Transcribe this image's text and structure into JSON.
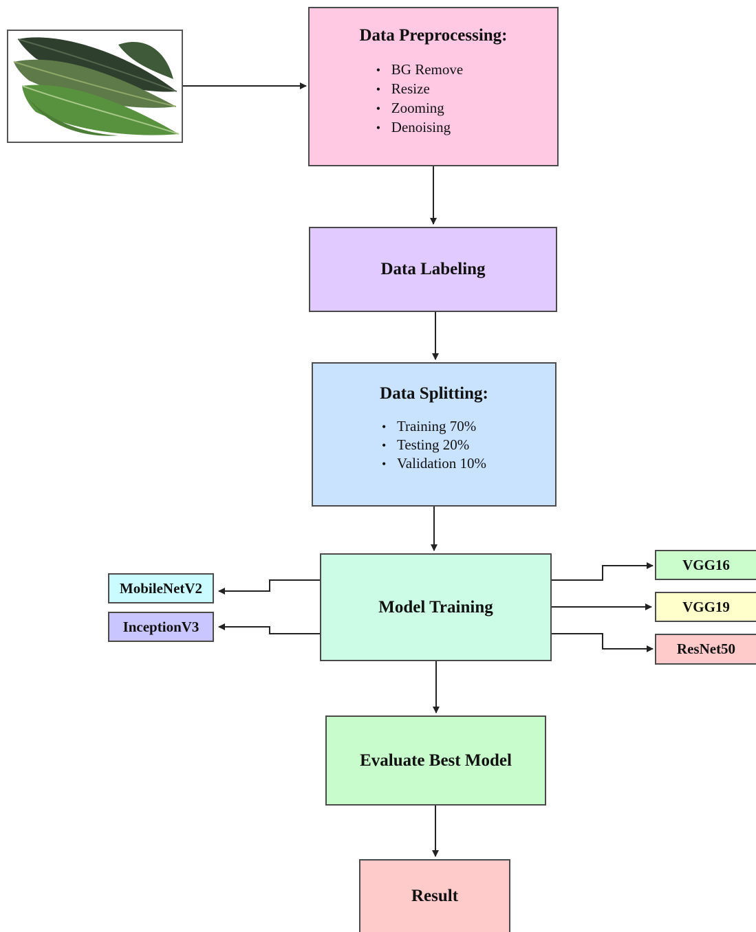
{
  "preprocessing": {
    "title": "Data Preprocessing:",
    "items": [
      "BG Remove",
      "Resize",
      "Zooming",
      "Denoising"
    ]
  },
  "labeling": {
    "title": "Data Labeling"
  },
  "splitting": {
    "title": "Data Splitting:",
    "items": [
      "Training 70%",
      "Testing 20%",
      "Validation 10%"
    ]
  },
  "training": {
    "title": "Model Training"
  },
  "models": {
    "left": [
      "MobileNetV2",
      "InceptionV3"
    ],
    "right": [
      "VGG16",
      "VGG19",
      "ResNet50"
    ]
  },
  "evaluate": {
    "title": "Evaluate Best Model"
  },
  "result": {
    "title": "Result"
  },
  "colors": {
    "preprocessing": "#ffc9e4",
    "labeling": "#e0caff",
    "splitting": "#c9e3ff",
    "training": "#ccfce6",
    "evaluate": "#c9fccc",
    "result": "#ffcaca",
    "mobilenet": "#c9fbff",
    "inception": "#c9c5ff",
    "vgg16": "#cbfccc",
    "vgg19": "#ffffcc",
    "resnet50": "#ffcaca",
    "arrow": "#222222"
  },
  "input_image": {
    "icon": "leaf-image"
  }
}
